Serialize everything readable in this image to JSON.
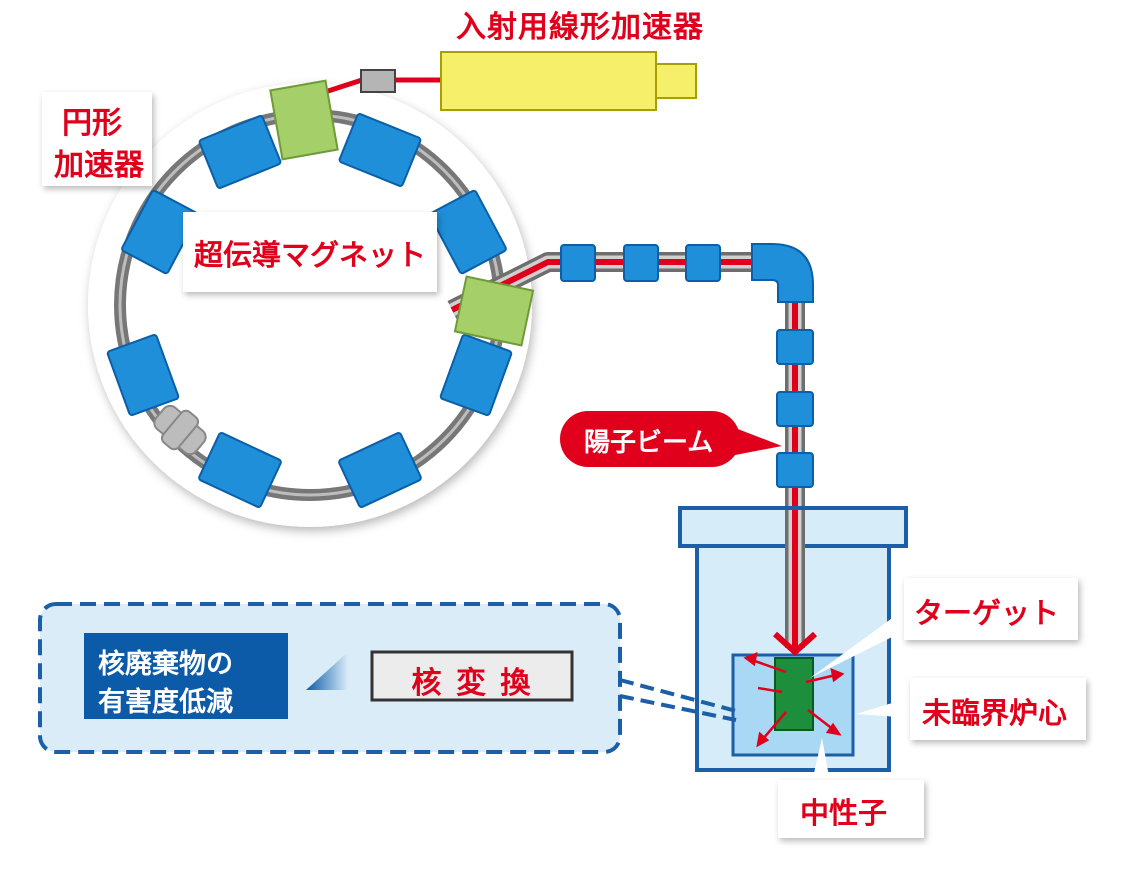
{
  "labels": {
    "linac": "入射用線形加速器",
    "ring_line1": "円形",
    "ring_line2": "加速器",
    "magnet": "超伝導マグネット",
    "proton_beam": "陽子ビーム",
    "target": "ターゲット",
    "core": "未臨界炉心",
    "neutron": "中性子",
    "waste_line1": "核廃棄物の",
    "waste_line2": "有害度低減",
    "transmutation": "核 変 換"
  },
  "colors": {
    "beam_red": "#e0001b",
    "magnet_blue": "#1e8fd8",
    "magnet_blue_dark": "#0b5fa8",
    "linac_yellow": "#f5ef6a",
    "cavity_green": "#a5cf68",
    "target_green": "#1d8f3c",
    "vessel_light": "#d6ecf8",
    "core_blue": "#a8d8f4",
    "pipe_gray": "#7a7a7a",
    "panel_bg": "#d9ecf8",
    "panel_border": "#1b5fa8",
    "waste_box": "#0c5ba9"
  },
  "icons": {
    "arrow_to_transmutation": "triangle-right-arrow",
    "neutron_arrows": "red-outward-arrows",
    "beam_arrowhead": "red-down-arrowhead"
  }
}
